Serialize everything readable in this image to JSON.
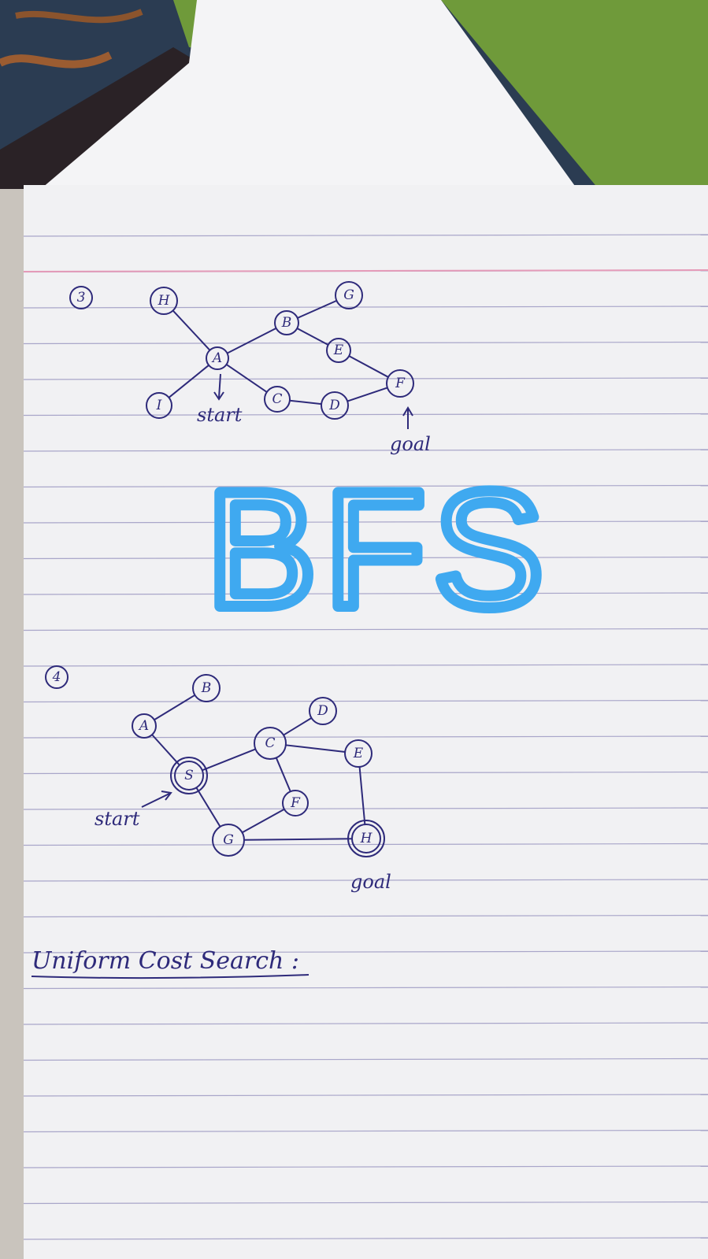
{
  "colors": {
    "ink": "#2e2a7a",
    "highlighter": "#3fa9f0",
    "paper": "#f1f1f3",
    "rule_line": "#a9a6c9",
    "margin_line": "#e59bb8",
    "table": "#2b3c52",
    "table_stripe": "#b7642a",
    "folder_green": "#6f9a3a"
  },
  "problem3": {
    "number": "3",
    "nodes": [
      {
        "id": "H",
        "label": "H"
      },
      {
        "id": "G",
        "label": "G"
      },
      {
        "id": "B",
        "label": "B"
      },
      {
        "id": "A",
        "label": "A"
      },
      {
        "id": "E",
        "label": "E"
      },
      {
        "id": "F",
        "label": "F"
      },
      {
        "id": "I",
        "label": "I"
      },
      {
        "id": "C",
        "label": "C"
      },
      {
        "id": "D",
        "label": "D"
      }
    ],
    "edges": [
      [
        "H",
        "A"
      ],
      [
        "A",
        "B"
      ],
      [
        "B",
        "G"
      ],
      [
        "B",
        "E"
      ],
      [
        "E",
        "F"
      ],
      [
        "A",
        "C"
      ],
      [
        "A",
        "I"
      ],
      [
        "C",
        "D"
      ],
      [
        "D",
        "F"
      ]
    ],
    "start_label": "start",
    "goal_label": "goal"
  },
  "heading": "BFS",
  "problem4": {
    "number": "4",
    "nodes": [
      {
        "id": "B",
        "label": "B"
      },
      {
        "id": "A",
        "label": "A"
      },
      {
        "id": "D",
        "label": "D"
      },
      {
        "id": "C",
        "label": "C"
      },
      {
        "id": "E",
        "label": "E"
      },
      {
        "id": "S",
        "label": "S"
      },
      {
        "id": "F",
        "label": "F"
      },
      {
        "id": "G",
        "label": "G"
      },
      {
        "id": "H",
        "label": "H"
      }
    ],
    "edges": [
      [
        "A",
        "B"
      ],
      [
        "A",
        "S"
      ],
      [
        "S",
        "C"
      ],
      [
        "S",
        "G"
      ],
      [
        "C",
        "D"
      ],
      [
        "C",
        "E"
      ],
      [
        "C",
        "F"
      ],
      [
        "F",
        "G"
      ],
      [
        "G",
        "H"
      ],
      [
        "E",
        "H"
      ]
    ],
    "start_label": "start",
    "goal_label": "goal"
  },
  "section_heading": "Uniform Cost Search :"
}
